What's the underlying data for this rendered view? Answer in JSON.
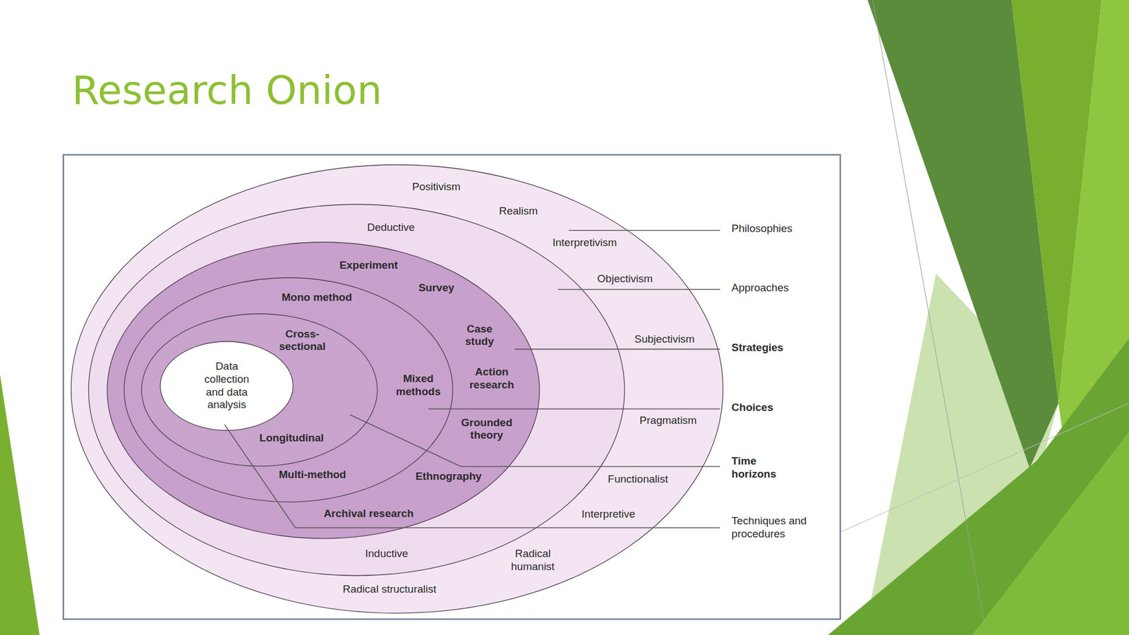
{
  "diagram": {
    "title": "Research Onion",
    "nodes": [
      {
        "text": [
          "Positivism",
          "Realism",
          "Interpretivism",
          "Objectivism",
          "Subjectivism",
          "Pragmatism",
          "Functionalist",
          "Interpretive",
          "Radical humanist",
          "Radical structuralist"
        ]
      },
      {
        "text": [
          "Deductive",
          "Inductive"
        ],
        "in": 0
      },
      {
        "text": [
          "Experiment",
          "Survey",
          "Case study",
          "Action research",
          "Grounded theory",
          "Ethnography",
          "Archival research"
        ],
        "in": 1
      },
      {
        "text": [
          "Mono method",
          "Mixed methods",
          "Multi-method"
        ],
        "in": 2
      },
      {
        "text": [
          "Cross-sectional",
          "Longitudinal"
        ],
        "in": 3
      },
      {
        "text": [
          "Data collection and data analysis"
        ],
        "in": 4
      }
    ],
    "labels": [
      "Philosophies",
      "Approaches",
      "Strategies",
      "Choices",
      "Time horizons",
      "Techniques and procedures"
    ]
  }
}
